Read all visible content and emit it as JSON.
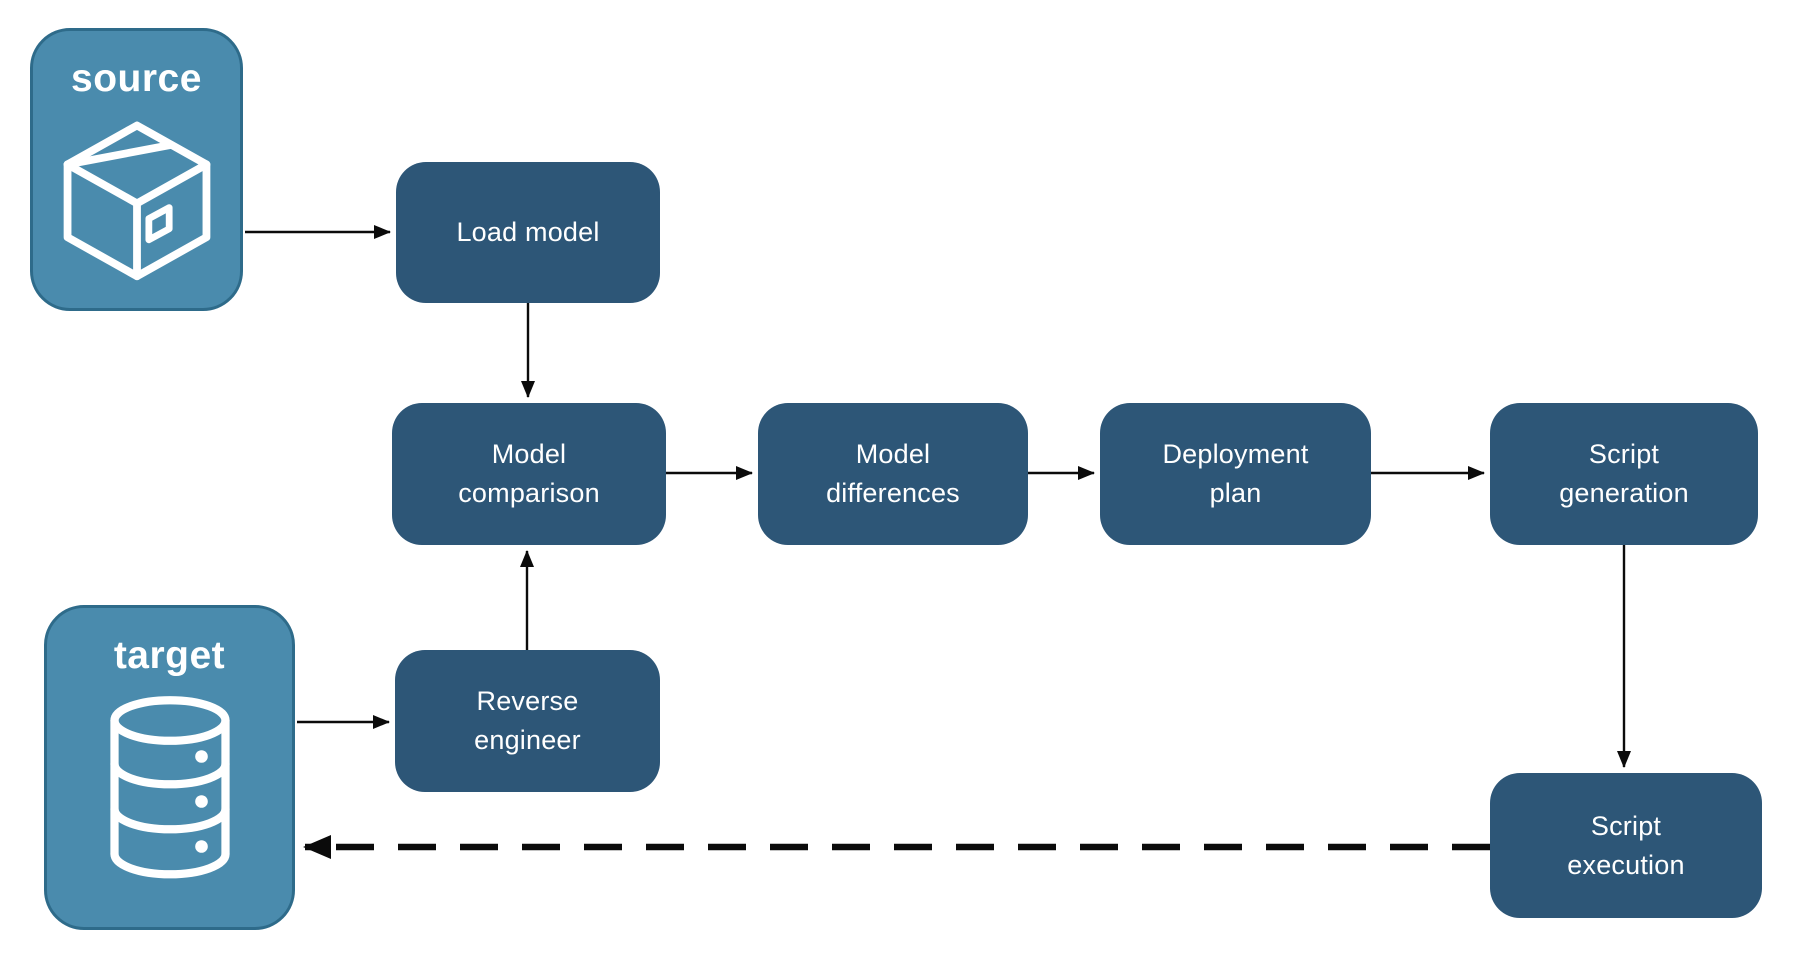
{
  "diagram": {
    "type": "flowchart",
    "background": "#ffffff",
    "colors": {
      "node_fill": "#2D5677",
      "endpoint_fill": "#4A8BAD",
      "endpoint_border": "#2E6B8A",
      "arrow": "#0B0B0B",
      "text": "#FFFFFF"
    },
    "endpoints": {
      "source": {
        "label": "source",
        "icon": "package-icon"
      },
      "target": {
        "label": "target",
        "icon": "database-icon"
      }
    },
    "nodes": [
      {
        "id": "load-model",
        "label": "Load model"
      },
      {
        "id": "model-comparison",
        "label": "Model comparison"
      },
      {
        "id": "model-differences",
        "label": "Model differences"
      },
      {
        "id": "deployment-plan",
        "label": "Deployment plan"
      },
      {
        "id": "script-generation",
        "label": "Script generation"
      },
      {
        "id": "reverse-engineer",
        "label": "Reverse engineer"
      },
      {
        "id": "script-execution",
        "label": "Script execution"
      }
    ],
    "edges": [
      {
        "from": "source",
        "to": "load-model",
        "style": "solid"
      },
      {
        "from": "load-model",
        "to": "model-comparison",
        "style": "solid"
      },
      {
        "from": "model-comparison",
        "to": "model-differences",
        "style": "solid"
      },
      {
        "from": "model-differences",
        "to": "deployment-plan",
        "style": "solid"
      },
      {
        "from": "deployment-plan",
        "to": "script-generation",
        "style": "solid"
      },
      {
        "from": "script-generation",
        "to": "script-execution",
        "style": "solid"
      },
      {
        "from": "target",
        "to": "reverse-engineer",
        "style": "solid"
      },
      {
        "from": "reverse-engineer",
        "to": "model-comparison",
        "style": "solid"
      },
      {
        "from": "script-execution",
        "to": "target",
        "style": "dashed"
      }
    ]
  }
}
